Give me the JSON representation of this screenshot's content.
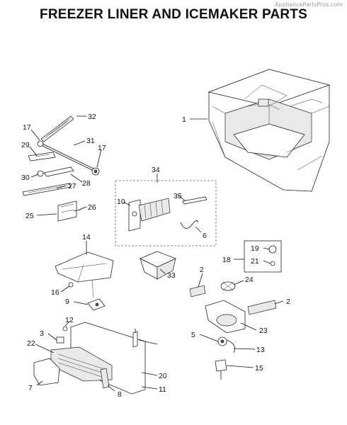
{
  "header": {
    "title": "FREEZER LINER AND ICEMAKER PARTS",
    "watermark": "AppliancePartsPros.com"
  },
  "callouts": [
    "1",
    "2",
    "2",
    "3",
    "5",
    "6",
    "7",
    "8",
    "9",
    "10",
    "11",
    "12",
    "13",
    "14",
    "15",
    "16",
    "17",
    "17",
    "18",
    "19",
    "20",
    "21",
    "22",
    "23",
    "24",
    "25",
    "26",
    "27",
    "28",
    "29",
    "30",
    "31",
    "32",
    "33",
    "34",
    "35"
  ]
}
